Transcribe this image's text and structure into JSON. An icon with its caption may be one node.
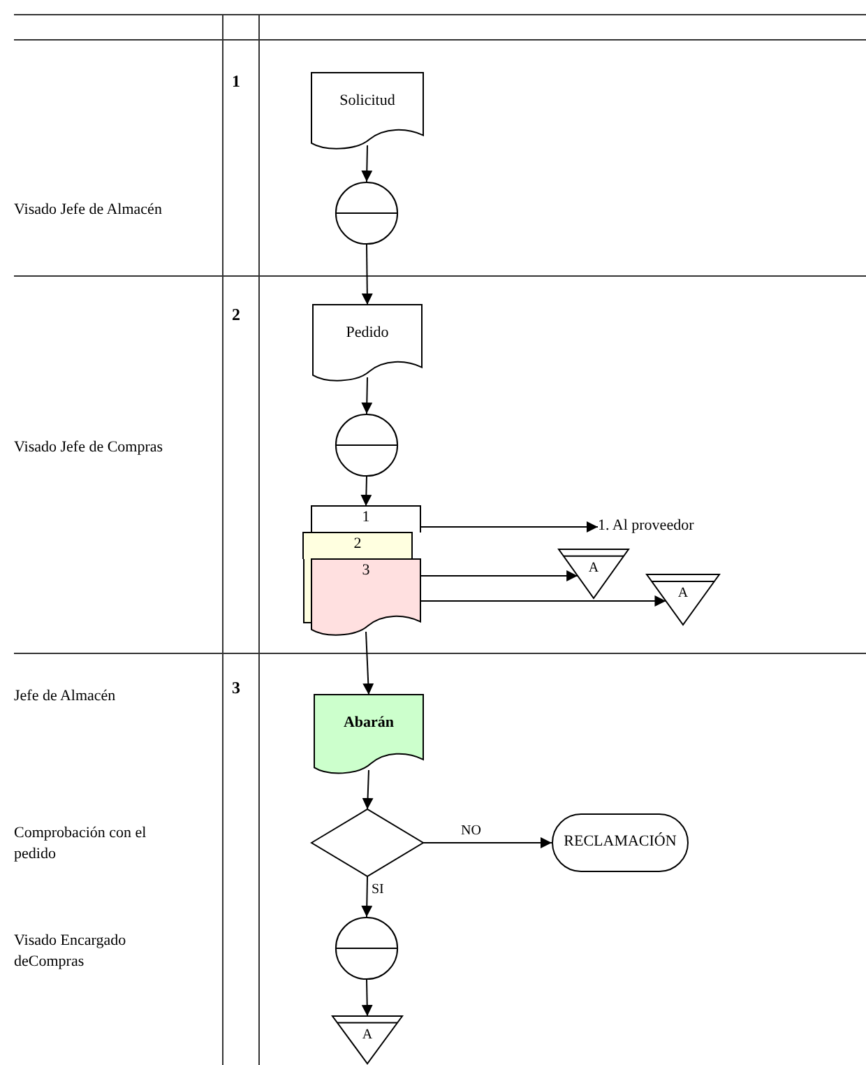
{
  "diagram": {
    "nodes": [
      {
        "text": [
          "Solicitud"
        ]
      },
      {
        "text": [],
        "shape": "circle"
      },
      {
        "text": [
          "Pedido"
        ]
      },
      {
        "text": [],
        "shape": "circle"
      },
      {
        "text": [
          "1"
        ]
      },
      {
        "text": [
          "2"
        ]
      },
      {
        "text": [
          "3"
        ]
      },
      {
        "text": [
          "1. Al proveedor"
        ]
      },
      {
        "text": [
          "A"
        ]
      },
      {
        "text": [
          "A"
        ]
      },
      {
        "text": [
          "Abarán"
        ]
      },
      {
        "text": [],
        "shape": "diamond"
      },
      {
        "text": [
          "RECLAMACIÓN"
        ]
      },
      {
        "text": [],
        "shape": "circle"
      },
      {
        "text": [
          "A"
        ]
      }
    ],
    "edges": [
      {
        "from": 0,
        "to": 1,
        "arrow": "to"
      },
      {
        "from": 1,
        "to": 2,
        "arrow": "to"
      },
      {
        "from": 2,
        "to": 3,
        "arrow": "to"
      },
      {
        "from": 3,
        "to": 4,
        "arrow": "to"
      },
      {
        "from": 4,
        "to": 7,
        "arrow": "to"
      },
      {
        "from": 6,
        "to": 8,
        "arrow": "to"
      },
      {
        "from": 6,
        "to": 9,
        "arrow": "to"
      },
      {
        "from": 6,
        "to": 10,
        "arrow": "to"
      },
      {
        "from": 10,
        "to": 11,
        "arrow": "to"
      },
      {
        "from": 11,
        "to": 12,
        "arrow": "to",
        "label": "NO"
      },
      {
        "from": 11,
        "to": 13,
        "arrow": "to",
        "label": "SI"
      },
      {
        "from": 13,
        "to": 14,
        "arrow": "to"
      }
    ],
    "labels": [
      "1",
      "Visado Jefe de Almacén",
      "2",
      "Visado Jefe de Compras",
      "Jefe de Almacén",
      "3",
      "Comprobación con el pedido",
      "Visado Encargado deCompras"
    ]
  }
}
